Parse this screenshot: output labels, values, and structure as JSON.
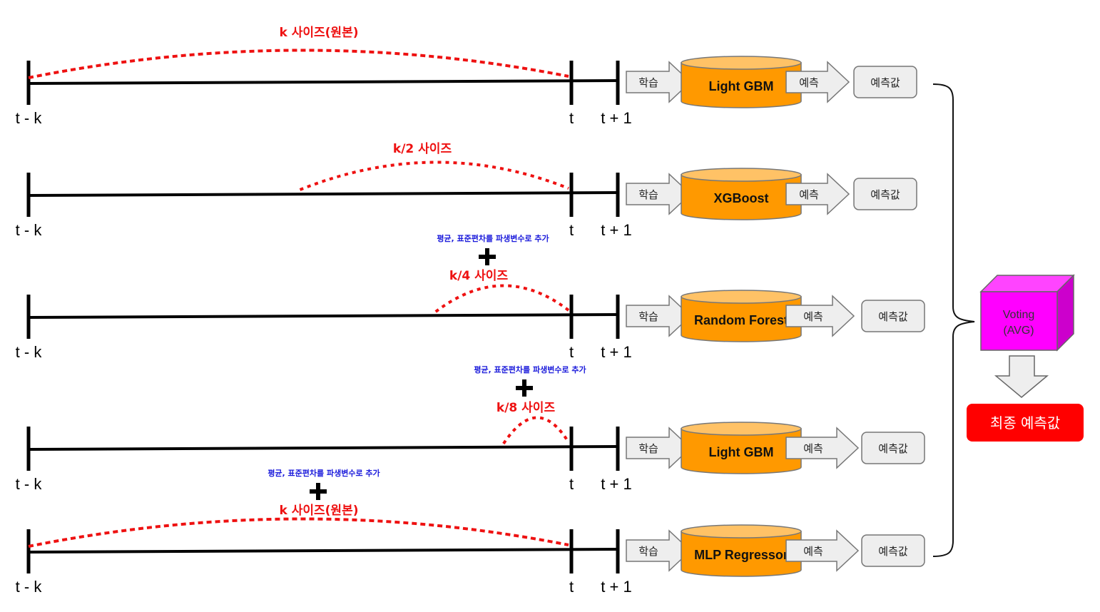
{
  "colors": {
    "timeline": "#000000",
    "window_arc": "#ee1111",
    "note_text": "#1a1adb",
    "model_fill": "#ff9900",
    "model_top": "#ffc266",
    "arrow_fill": "#eeeeee",
    "result_fill": "#eeeeee",
    "voting_front": "#ff00ff",
    "voting_top": "#ff44ff",
    "voting_side": "#cc00cc",
    "final_fill": "#ff0000"
  },
  "axis_labels": {
    "start": "t - k",
    "current": "t",
    "next": "t + 1"
  },
  "rows": [
    {
      "window_label": "k 사이즈(원본)",
      "window_fraction": 1,
      "note": "",
      "model": "Light GBM",
      "train_label": "학습",
      "predict_label": "예측",
      "result_label": "예측값"
    },
    {
      "window_label": "k/2 사이즈",
      "window_fraction": 0.5,
      "note": "",
      "model": "XGBoost",
      "train_label": "학습",
      "predict_label": "예측",
      "result_label": "예측값"
    },
    {
      "window_label": "k/4 사이즈",
      "window_fraction": 0.25,
      "note": "평균, 표준편차를  파생변수로 추가",
      "model": "Random Forest",
      "train_label": "학습",
      "predict_label": "예측",
      "result_label": "예측값"
    },
    {
      "window_label": "k/8 사이즈",
      "window_fraction": 0.125,
      "note": "평균, 표준편차를  파생변수로 추가",
      "model": "Light GBM",
      "train_label": "학습",
      "predict_label": "예측",
      "result_label": "예측값"
    },
    {
      "window_label": "k 사이즈(원본)",
      "window_fraction": 1,
      "note": "평균, 표준편차를  파생변수로 추가",
      "model": "MLP Regressor",
      "train_label": "학습",
      "predict_label": "예측",
      "result_label": "예측값"
    }
  ],
  "voting": {
    "line1": "Voting",
    "line2": "(AVG)"
  },
  "final": {
    "label": "최종 예측값"
  }
}
